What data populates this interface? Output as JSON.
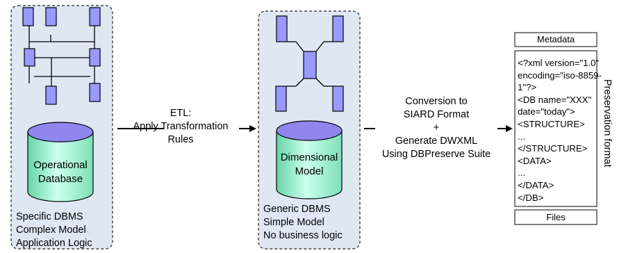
{
  "operational": {
    "database_label": "Operational\nDatabase",
    "caption_lines": [
      "Specific DBMS",
      "Complex Model",
      "Application Logic"
    ]
  },
  "etl": {
    "line1": "ETL:",
    "line2": "Apply Transformation",
    "line3": "Rules"
  },
  "dimensional": {
    "database_label": "Dimensional\nModel",
    "caption_lines": [
      "Generic DBMS",
      "Simple Model",
      "No business logic"
    ]
  },
  "conversion": {
    "line1": "Conversion to",
    "line2": "SIARD Format",
    "line3": "+",
    "line4": "Generate DWXML",
    "line5": "Using DBPreserve Suite"
  },
  "preservation": {
    "metadata_label": "Metadata",
    "files_label": "Files",
    "side_label": "Preservation format",
    "xml_lines": [
      "<?xml version=\"1.0\"",
      "encoding=\"iso-8859-",
      "1\"?>",
      "<DB name=\"XXX\"",
      "date=\"today\">",
      "<STRUCTURE>",
      "...",
      "</STRUCTURE>",
      "<DATA>",
      "...",
      "</DATA>",
      "</DB>"
    ]
  },
  "colors": {
    "panel_fill": "#dfe7f3",
    "box_fill": "#9999ff",
    "cylinder_top": "#8f86ee",
    "cylinder_body_light": "#ccffee",
    "cylinder_body_mid": "#7fe0b8"
  }
}
